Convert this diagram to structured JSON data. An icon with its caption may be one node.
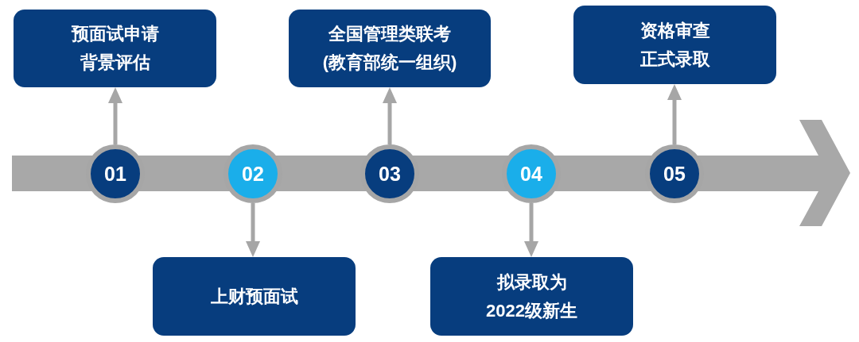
{
  "diagram": {
    "nodes": [
      {
        "text": [
          "01"
        ]
      },
      {
        "text": [
          "预面试申请背景评估"
        ]
      },
      {
        "text": [
          "02"
        ]
      },
      {
        "text": [
          "上财预面试"
        ]
      },
      {
        "text": [
          "03"
        ]
      },
      {
        "text": [
          "全国管理类联考(教育部统一组织)"
        ]
      },
      {
        "text": [
          "04"
        ]
      },
      {
        "text": [
          "拟录取为2022级新生"
        ]
      },
      {
        "text": [
          "05"
        ]
      },
      {
        "text": [
          "资格审查正式录取"
        ]
      }
    ],
    "edges": [
      {
        "from": 0,
        "to": 1,
        "arrow": "to"
      },
      {
        "from": 2,
        "to": 3,
        "arrow": "to"
      },
      {
        "from": 4,
        "to": 5,
        "arrow": "to"
      },
      {
        "from": 6,
        "to": 7,
        "arrow": "to"
      },
      {
        "from": 8,
        "to": 9,
        "arrow": "to"
      }
    ]
  }
}
